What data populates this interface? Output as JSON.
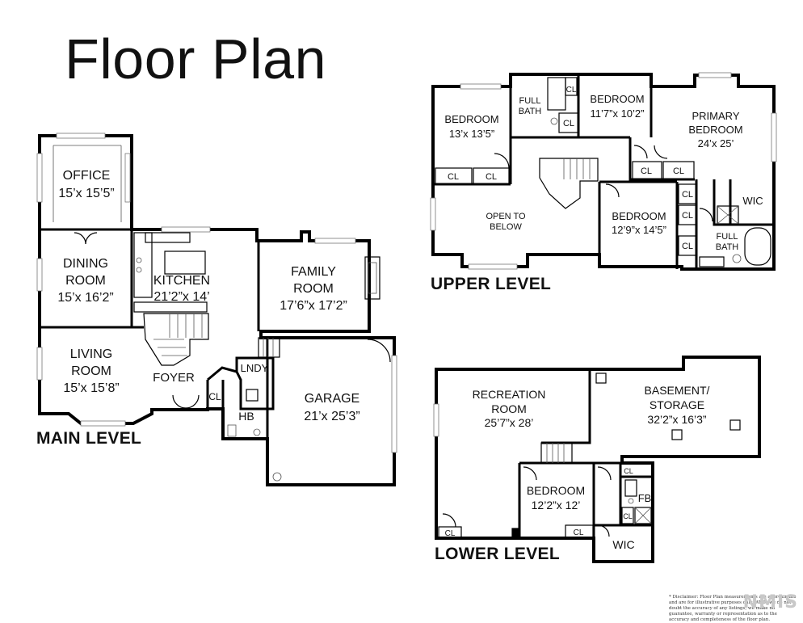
{
  "title": "Floor Plan",
  "levels": {
    "main": "MAIN LEVEL",
    "upper": "UPPER LEVEL",
    "lower": "LOWER LEVEL"
  },
  "main_rooms": {
    "office": {
      "name": "OFFICE",
      "dims": "15’x 15’5”"
    },
    "dining": {
      "name1": "DINING",
      "name2": "ROOM",
      "dims": "15’x 16’2”"
    },
    "kitchen": {
      "name": "KITCHEN",
      "dims": "21’2”x 14’"
    },
    "family": {
      "name1": "FAMILY",
      "name2": "ROOM",
      "dims": "17’6”x 17’2”"
    },
    "living": {
      "name1": "LIVING",
      "name2": "ROOM",
      "dims": "15’x 15’8”"
    },
    "foyer": "FOYER",
    "lndy": "LNDY",
    "cl": "CL",
    "hb": "HB",
    "garage": {
      "name": "GARAGE",
      "dims": "21’x 25’3”"
    }
  },
  "upper_rooms": {
    "bedroom1": {
      "name": "BEDROOM",
      "dims": "13’x 13’5”"
    },
    "full_bath1": {
      "name1": "FULL",
      "name2": "BATH"
    },
    "bedroom2": {
      "name": "BEDROOM",
      "dims": "11’7”x 10’2”"
    },
    "primary": {
      "name1": "PRIMARY",
      "name2": "BEDROOM",
      "dims": "24’x 25’"
    },
    "open_below": {
      "line1": "OPEN TO",
      "line2": "BELOW"
    },
    "bedroom3": {
      "name": "BEDROOM",
      "dims": "12’9”x 14’5”"
    },
    "wic": "WIC",
    "full_bath2": {
      "name1": "FULL",
      "name2": "BATH"
    },
    "cl": "CL"
  },
  "lower_rooms": {
    "recreation": {
      "name1": "RECREATION",
      "name2": "ROOM",
      "dims": "25’7”x 28’"
    },
    "basement": {
      "name1": "BASEMENT/",
      "name2": "STORAGE",
      "dims": "32’2”x 16’3”"
    },
    "bedroom": {
      "name": "BEDROOM",
      "dims": "12’2”x 12’"
    },
    "fb": "FB",
    "cl": "CL",
    "wic": "WIC"
  },
  "disclaimer": "* Disclaimer: Floor Plan measurements are approximate and are for illustrative purposes only. While we do not doubt the accuracy of any listings, we make no guarantee, warranty or representation as to the accuracy and completeness of the floor plan.",
  "watermark": "NMIS"
}
